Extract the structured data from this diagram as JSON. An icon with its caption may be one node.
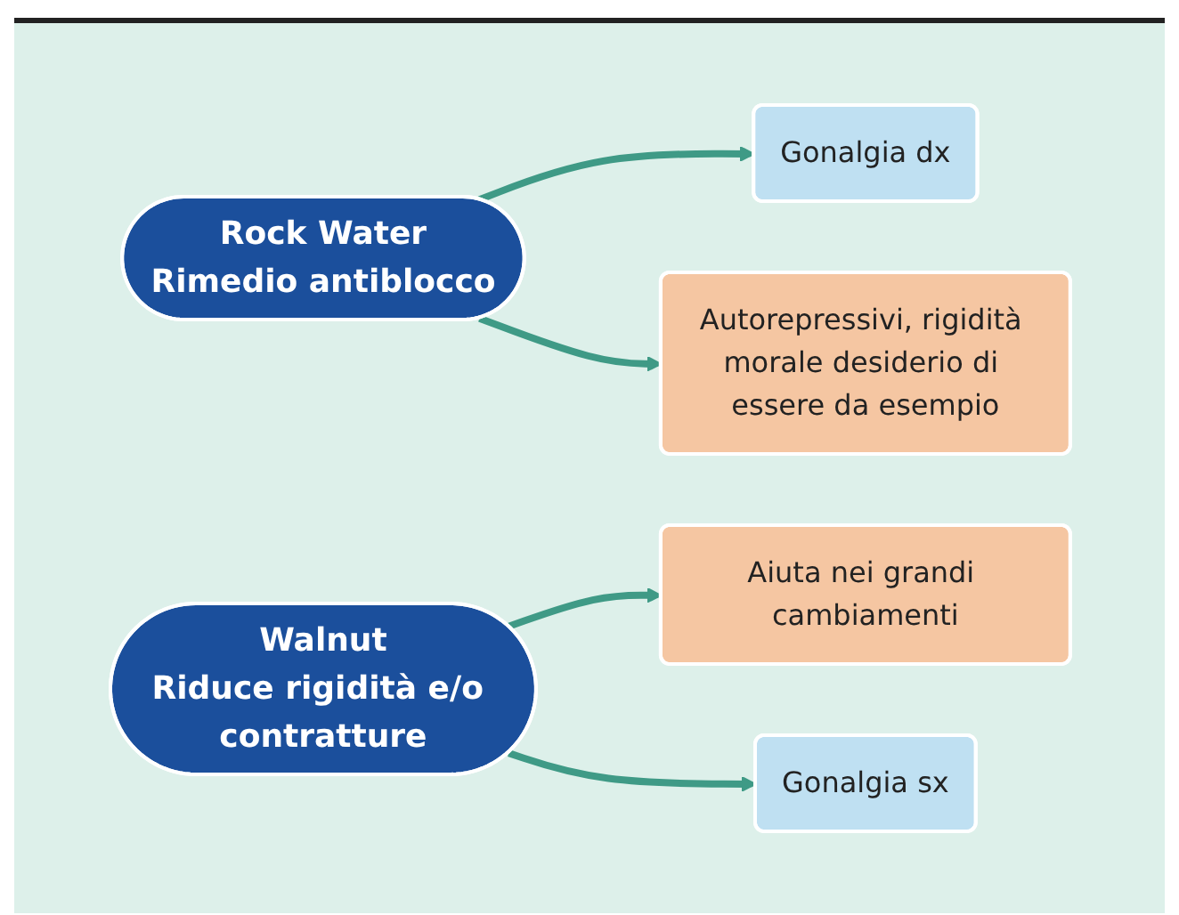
{
  "diagram": {
    "nodes": [
      {
        "text": [
          "Rock Water",
          "Rimedio antiblocco"
        ]
      },
      {
        "text": [
          "Gonalgia dx"
        ]
      },
      {
        "text": [
          "Autorepressivi, rigidità morale desiderio di essere da esempio"
        ]
      },
      {
        "text": [
          "Aiuta nei grandi cambiamenti"
        ]
      },
      {
        "text": [
          "Walnut",
          "Riduce rigidità e/o contratture"
        ]
      },
      {
        "text": [
          "Gonalgia sx"
        ]
      }
    ],
    "edges": [
      {
        "from": 0,
        "to": 1,
        "arrow": "to"
      },
      {
        "from": 0,
        "to": 2,
        "arrow": "to"
      },
      {
        "from": 4,
        "to": 3,
        "arrow": "to"
      },
      {
        "from": 4,
        "to": 5,
        "arrow": "to"
      }
    ]
  }
}
